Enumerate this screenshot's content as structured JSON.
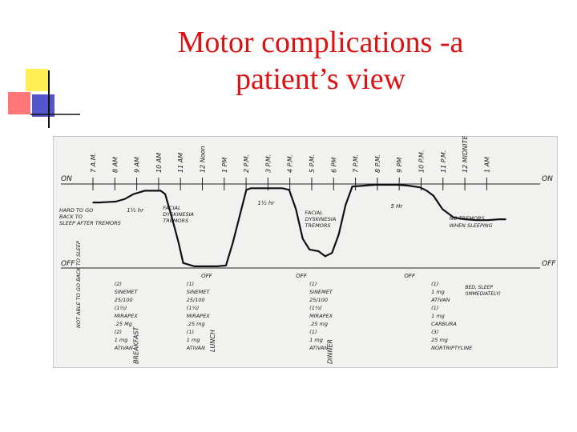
{
  "slide": {
    "title_line1": "Motor complications -a",
    "title_line2": "patient’s view",
    "title_color": "#dd1111",
    "deco_colors": [
      "#ffee55",
      "#ff7777",
      "#5555cc"
    ]
  },
  "chart_data": {
    "type": "line",
    "title": "",
    "y_levels": [
      "ON",
      "OFF"
    ],
    "y_left_level_labels": [
      "ON",
      "OFF"
    ],
    "y_right_level_labels": [
      "ON",
      "OFF"
    ],
    "left_side_notes": [
      "HARD TO GO BACK TO SLEEP AFTER TREMORS",
      "NOT ABLE TO GO BACK TO SLEEP"
    ],
    "time_labels": [
      "7 A.M.",
      "8 AM",
      "9 AM",
      "10 AM",
      "11 AM",
      "12 Noon",
      "1 PM",
      "2 P.M.",
      "3 P.M.",
      "4 P.M.",
      "5 P.M.",
      "6 PM",
      "7 P.M.",
      "8 P.M.",
      "9 PM",
      "10 P.M.",
      "11 P.M.",
      "12 MIDNITE",
      "1 AM"
    ],
    "x": [
      7.0,
      7.3,
      8.0,
      8.4,
      8.8,
      9.3,
      10.0,
      10.2,
      10.5,
      10.8,
      11.0,
      11.5,
      12.0,
      12.5,
      12.9,
      13.2,
      13.8,
      14.0,
      14.5,
      15.0,
      15.4,
      15.7,
      16.0,
      16.3,
      16.6,
      17.0,
      17.3,
      17.6,
      17.9,
      18.2,
      18.5,
      19.0,
      19.5,
      20.0,
      20.5,
      21.0,
      21.5,
      21.8,
      22.1,
      22.5,
      23.0,
      23.5,
      24.0,
      24.5,
      25.0,
      25.3
    ],
    "y": [
      0.78,
      0.78,
      0.79,
      0.82,
      0.88,
      0.92,
      0.92,
      0.88,
      0.6,
      0.3,
      0.06,
      0.02,
      0.02,
      0.02,
      0.03,
      0.3,
      0.93,
      0.95,
      0.95,
      0.95,
      0.95,
      0.93,
      0.7,
      0.35,
      0.22,
      0.2,
      0.14,
      0.18,
      0.4,
      0.75,
      0.97,
      0.98,
      0.99,
      0.99,
      0.99,
      0.98,
      0.96,
      0.92,
      0.86,
      0.7,
      0.6,
      0.58,
      0.57,
      0.57,
      0.58,
      0.58
    ],
    "ylim": [
      "OFF",
      "ON"
    ],
    "annotations": {
      "duration_1": "1½ hr",
      "facial": "FACIAL DYSKINESIA TREMORS",
      "duration_2": "1½ hr",
      "facial_2": "FACIAL DYSKINESIA TREMORS",
      "duration_3": "5 Hr",
      "no_tremors": "NO TREMORS WHEN SLEEPING",
      "off_1": "OFF",
      "off_2": "OFF",
      "off_3": "OFF",
      "bed": "BED, SLEEP (IMMEDIATELY)"
    },
    "events": {
      "breakfast": "BREAKFAST",
      "lunch": "LUNCH",
      "dinner": "DINNER"
    },
    "dose_notes": [
      [
        "(2)",
        "SINEMET",
        "25/100",
        "(1½)",
        "MIRAPEX",
        ".25 Mg",
        "(2)",
        "1 mg",
        "ATIVAN"
      ],
      [
        "(1)",
        "SINEMET",
        "25/100",
        "(1½)",
        "MIRAPEX",
        ".25 mg",
        "(1)",
        "1 mg",
        "ATIVAN"
      ],
      [
        "(1)",
        "SINEMET",
        "25/100",
        "(1½)",
        "MIRAPEX",
        ".25 mg",
        "(1)",
        "1 mg",
        "ATIVAN"
      ],
      [
        "(1)",
        "1 mg",
        "ATIVAN",
        "(1)",
        "1 mg",
        "CARBURA",
        "(3)",
        "25 mg",
        "NORTRIPTYLINE"
      ]
    ],
    "grid": false
  }
}
